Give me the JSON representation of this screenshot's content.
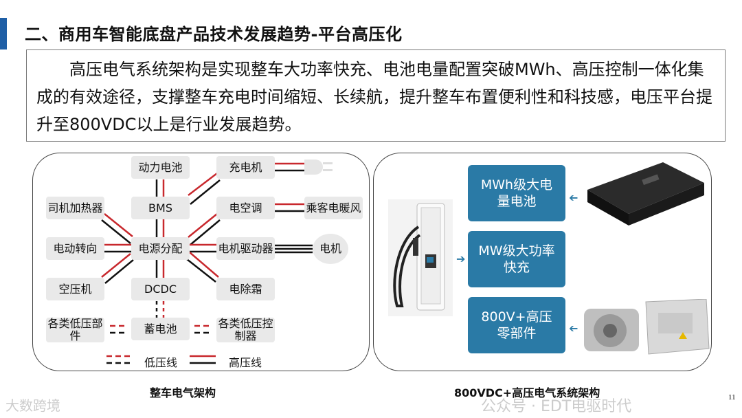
{
  "title": "二、商用车智能底盘产品技术发展趋势-平台高压化",
  "body_text": "高压电气系统架构是实现整车大功率快充、电池电量配置突破MWh、高压控制一体化集成的有效途径，支撑整车充电时间缩短、长续航，提升整车布置便利性和科技感，电压平台提升至800VDC以上是行业发展趋势。",
  "left_diagram": {
    "nodes": {
      "power_battery": "动力电池",
      "charger": "充电机",
      "bms": "BMS",
      "ac": "电空调",
      "passenger_heater": "乘客电暖风",
      "driver_heater": "司机加热器",
      "power_dist": "电源分配",
      "motor_ctrl": "电机驱动器",
      "motor": "电机",
      "eps": "电动转向",
      "compressor": "空压机",
      "dcdc": "DCDC",
      "defrost": "电除霜",
      "lv_parts": "各类低压部件",
      "battery12v": "蓄电池",
      "lv_ctrl": "各类低压控制器"
    },
    "legend": {
      "low": "低压线",
      "high": "高压线"
    },
    "colors": {
      "high_red": "#c8282d",
      "line_black": "#111111"
    },
    "caption": "整车电气架构"
  },
  "right_diagram": {
    "boxes": [
      "MWh级大电量电池",
      "MW级大功率快充",
      "800V+高压零部件"
    ],
    "caption": "800VDC+高压电气系统架构",
    "accent": "#2a7aa6"
  },
  "page_number": "11",
  "watermarks": [
    "公众号 · EDT电驱时代",
    "大数跨境"
  ]
}
